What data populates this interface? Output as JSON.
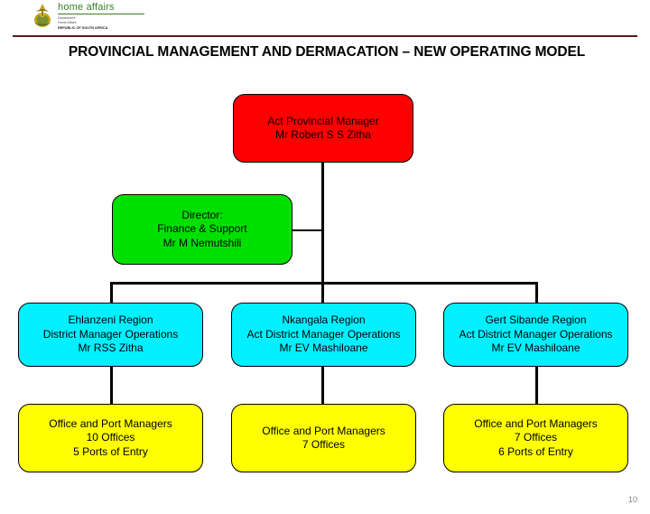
{
  "header": {
    "logo": {
      "emblem_name": "south-african-coat-of-arms",
      "wordmark": "home affairs",
      "sub_line1": "Department:",
      "sub_line2": "Home Affairs",
      "sub_line3": "REPUBLIC OF SOUTH AFRICA"
    },
    "rule_color": "#5a1a1a"
  },
  "title": "PROVINCIAL MANAGEMENT AND DERMACATION – NEW OPERATING MODEL",
  "colors": {
    "red": "#ff0000",
    "green": "#00e000",
    "cyan": "#00f0ff",
    "yellow": "#ffff00",
    "line": "#000000",
    "title": "#000000",
    "page_number": "#808080"
  },
  "org_chart": {
    "type": "organizational-hierarchy",
    "nodes": [
      {
        "id": "provincial-manager",
        "color": "red",
        "level": 0,
        "lines": [
          "Act Provincial Manager",
          "Mr Robert S S Zitha"
        ]
      },
      {
        "id": "director-finance-support",
        "color": "green",
        "level": 1,
        "lines": [
          "Director:",
          "Finance & Support",
          "Mr M Nemutshili"
        ]
      },
      {
        "id": "ehlanzeni-region",
        "color": "cyan",
        "level": 2,
        "lines": [
          "Ehlanzeni Region",
          "District Manager Operations",
          "Mr RSS Zitha"
        ]
      },
      {
        "id": "nkangala-region",
        "color": "cyan",
        "level": 2,
        "lines": [
          "Nkangala Region",
          "Act District Manager Operations",
          "Mr EV Mashiloane"
        ]
      },
      {
        "id": "gert-sibande-region",
        "color": "cyan",
        "level": 2,
        "lines": [
          "Gert Sibande Region",
          "Act District Manager Operations",
          "Mr EV Mashiloane"
        ]
      },
      {
        "id": "ehlanzeni-offices",
        "color": "yellow",
        "level": 3,
        "lines": [
          "Office and Port Managers",
          "10 Offices",
          "5 Ports of Entry"
        ]
      },
      {
        "id": "nkangala-offices",
        "color": "yellow",
        "level": 3,
        "lines": [
          "Office and Port Managers",
          "7 Offices"
        ]
      },
      {
        "id": "gert-sibande-offices",
        "color": "yellow",
        "level": 3,
        "lines": [
          "Office and Port Managers",
          "7 Offices",
          "6 Ports of Entry"
        ]
      }
    ]
  },
  "page_number": "10"
}
